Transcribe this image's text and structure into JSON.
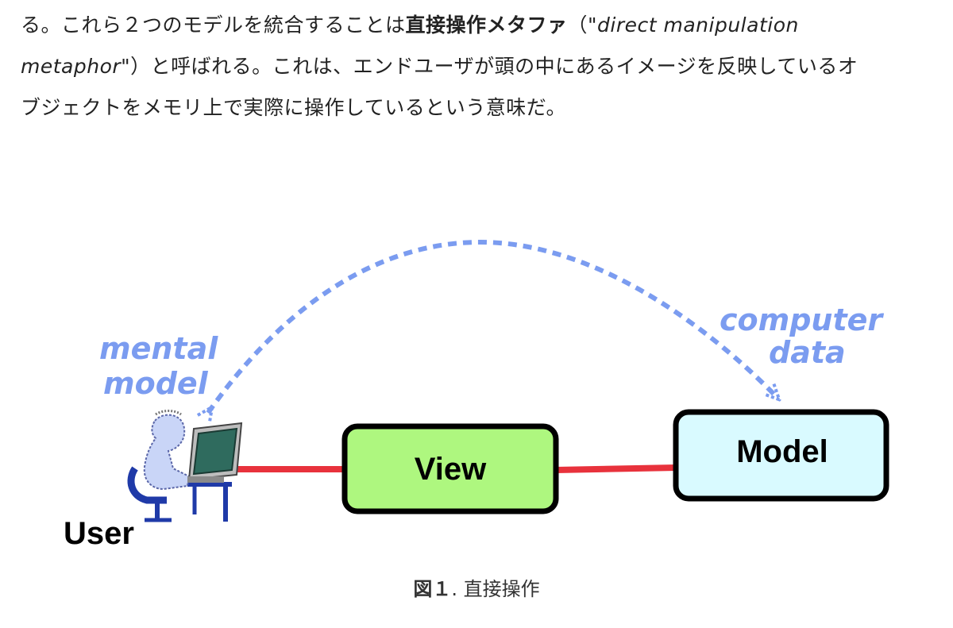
{
  "paragraph": {
    "line1_text": "る。これら２つのモデルを統合することは",
    "line1_bold": "直接操作メタファ",
    "line1_paren": "（\"",
    "line1_italic": "direct manipulation",
    "line2_italic": "metaphor",
    "line2_text": "\"）と呼ばれる。これは、エンドユーザが頭の中にあるイメージを反映しているオ",
    "line3_text": "ブジェクトをメモリ上で実際に操作しているという意味だ。"
  },
  "figure": {
    "mental_model_line1": "mental",
    "mental_model_line2": "model",
    "computer_data_line1": "computer",
    "computer_data_line2": "data",
    "view_label": "View",
    "model_label": "Model",
    "user_label": "User",
    "colors": {
      "arc": "#7b9cf0",
      "connector": "#e8323c",
      "view_fill": "#aef77f",
      "model_fill": "#d9faff",
      "user_figure": "#c9d5f7",
      "user_chair": "#1f3aa8",
      "monitor_screen": "#2f6b5e"
    }
  },
  "caption": {
    "label": "図１",
    "separator": ".",
    "text": "直接操作"
  }
}
